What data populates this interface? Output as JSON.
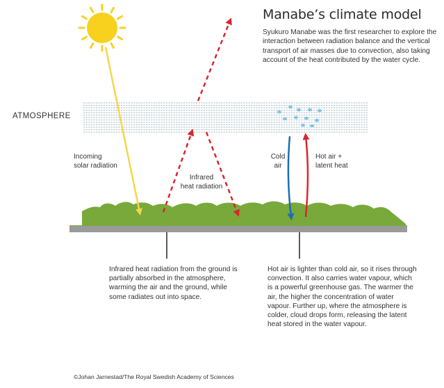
{
  "title": "Manabe’s climate model",
  "intro": "Syukuro Manabe was the first researcher to explore the interaction between radiation balance and the vertical transport of air masses due to convection, also taking account of the heat contributed by the water cycle.",
  "labels": {
    "atmosphere": "ATMOSPHERE",
    "incoming_solar": [
      "Incoming",
      "solar radiation"
    ],
    "infrared": [
      "Infrared",
      "heat radiation"
    ],
    "cold_air": [
      "Cold",
      "air"
    ],
    "hot_air": [
      "Hot air +",
      "latent heat"
    ]
  },
  "captions": {
    "radiation": "Infrared heat radiation from the ground is partially absorbed in the atmosphere, warming the air and the ground, while some radiates out into space.",
    "convection": "Hot air is lighter than cold air, so it rises through convection. It also carries water vapour, which is a powerful greenhouse gas. The warmer the air, the higher the concentration of water vapour. Further up, where the atmosphere is colder, cloud drops form, releasing the latent heat stored in the water vapour."
  },
  "credit": "©Johan Jarnestad/The Royal Swedish Academy of Sciences",
  "colors": {
    "sun": "#f7d11e",
    "solar_arrow": "#f5d64a",
    "infrared_arrow": "#d8262e",
    "cold_arrow": "#1c6db3",
    "hot_arrow": "#d8262e",
    "ground": "#78a93a",
    "ground_base": "#9a9a9a",
    "atmosphere_lines": "#b6c5cc",
    "vapour": "#7fc6ea"
  }
}
